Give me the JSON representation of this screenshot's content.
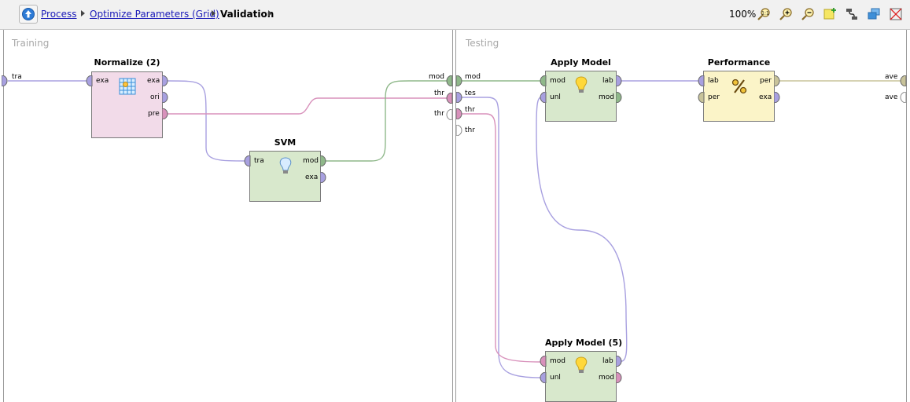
{
  "breadcrumb": {
    "items": [
      "Process",
      "Optimize Parameters (Grid)"
    ],
    "current": "Validation"
  },
  "toolbar": {
    "zoom": "100%",
    "icons": [
      "zoom-fit-icon",
      "zoom-in-icon",
      "zoom-out-icon",
      "add-note-icon",
      "auto-wire-icon",
      "layers-icon",
      "arrange-icon"
    ]
  },
  "panels": {
    "training": {
      "label": "Training",
      "inputs": [
        "tra"
      ],
      "outputs": [
        "mod",
        "thr",
        "thr"
      ]
    },
    "testing": {
      "label": "Testing",
      "inputs": [
        "mod",
        "tes",
        "thr",
        "thr"
      ],
      "outputs": [
        "ave",
        "ave"
      ]
    }
  },
  "operators": {
    "normalize": {
      "title": "Normalize (2)",
      "in": [
        "exa"
      ],
      "out": [
        "exa",
        "ori",
        "pre"
      ]
    },
    "svm": {
      "title": "SVM",
      "in": [
        "tra"
      ],
      "out": [
        "mod",
        "exa"
      ]
    },
    "apply_model": {
      "title": "Apply Model",
      "in": [
        "mod",
        "unl"
      ],
      "out": [
        "lab",
        "mod"
      ]
    },
    "performance": {
      "title": "Performance",
      "in": [
        "lab",
        "per"
      ],
      "out": [
        "per",
        "exa"
      ]
    },
    "apply_model_5": {
      "title": "Apply Model (5)",
      "in": [
        "mod",
        "unl"
      ],
      "out": [
        "lab",
        "mod"
      ]
    }
  },
  "colors": {
    "preprocessing_fill": "#f2dbe9",
    "learner_fill": "#d8e8cc",
    "evaluation_fill": "#fbf4c8",
    "example_port": "#a8a0e0",
    "model_port": "#8fb88a",
    "preprocessing_port": "#d891bb",
    "performance_port": "#c8c39a"
  }
}
